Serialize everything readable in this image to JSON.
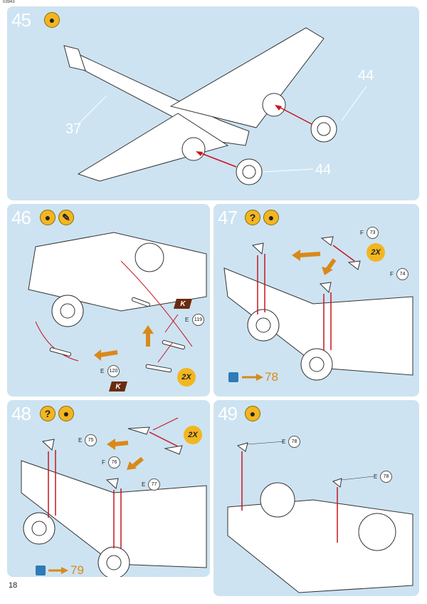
{
  "doc_id": "03943",
  "page_number": "18",
  "steps": [
    {
      "number": "45",
      "callouts": [
        "44",
        "37",
        "44"
      ]
    },
    {
      "number": "46",
      "parts": [
        {
          "letter": "E",
          "num": "119"
        },
        {
          "letter": "E",
          "num": "120"
        }
      ],
      "multiplier": "2X",
      "flag": "K",
      "flag2": "K"
    },
    {
      "number": "47",
      "parts": [
        {
          "letter": "F",
          "num": "73"
        },
        {
          "letter": "F",
          "num": "74"
        }
      ],
      "multiplier": "2X",
      "next": "78"
    },
    {
      "number": "48",
      "parts": [
        {
          "letter": "E",
          "num": "75"
        },
        {
          "letter": "F",
          "num": "76"
        },
        {
          "letter": "E",
          "num": "77"
        }
      ],
      "multiplier": "2X",
      "next": "79"
    },
    {
      "number": "49",
      "parts": [
        {
          "letter": "E",
          "num": "78"
        },
        {
          "letter": "E",
          "num": "78"
        }
      ]
    }
  ],
  "icons": [
    "glue-icon",
    "paint-brush-icon",
    "optional-question-icon",
    "next-step-icon"
  ],
  "colors": {
    "panel": "#cde3f1",
    "badge": "#f2b620",
    "arrow_red": "#c8141e",
    "arrow_orange": "#d9891a"
  }
}
